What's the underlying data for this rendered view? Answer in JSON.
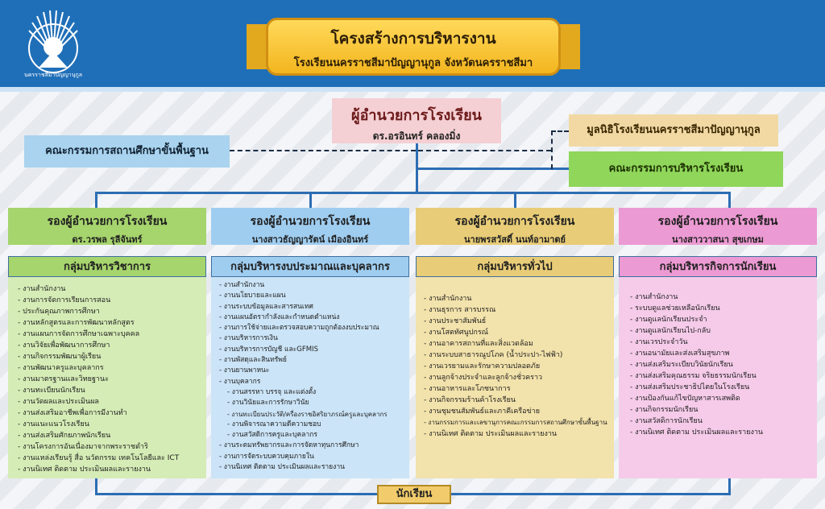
{
  "header": {
    "title": "โครงสร้างการบริหารงาน",
    "subtitle": "โรงเรียนนครราชสีมาปัญญานุกูล จังหวัดนครราชสีมา",
    "logo_caption": "นครราชสีมาปัญญานุกูล"
  },
  "director": {
    "title": "ผู้อำนวยการโรงเรียน",
    "name": "ดร.อรอินทร์   คลองมิ่ง"
  },
  "board_basic": "คณะกรรมการสถานศึกษาขั้นพื้นฐาน",
  "foundation": "มูลนิธิโรงเรียนนครราชสีมาปัญญานุกูล",
  "admin_board": "คณะกรรมการบริหารโรงเรียน",
  "columns": [
    {
      "title": "รองผู้อำนวยการโรงเรียน",
      "name": "ดร.วรพล   รุลีจันทร์",
      "group": "กลุ่มบริหารวิชาการ",
      "items": [
        "- งานสำนักงาน",
        "- งานการจัดการเรียนการสอน",
        "- ประกันคุณภาพการศึกษา",
        "- งานหลักสูตรและการพัฒนาหลักสูตร",
        "- งานแผนการจัดการศึกษาเฉพาะบุคคล",
        "- งานวิจัยเพื่อพัฒนาการศึกษา",
        "- งานกิจกรรมพัฒนาผู้เรียน",
        "- งานพัฒนาครูและบุคลากร",
        "- งานมาตรฐานและวิทยฐานะ",
        "- งานทะเบียนนักเรียน",
        "- งานวัดผลและประเมินผล",
        "- งานส่งเสริมอาชีพเพื่อการมีงานทำ",
        "- งานแนะแนวโรงเรียน",
        "- งานส่งเสริมศักยภาพนักเรียน",
        "- งานโครงการอันเนื่องมาจากพระราชดำริ",
        "- งานแหล่งเรียนรู้ สื่อ นวัตกรรม เทคโนโลยีและ ICT",
        "- งานนิเทศ ติดตาม ประเมินผลและรายงาน"
      ]
    },
    {
      "title": "รองผู้อำนวยการโรงเรียน",
      "name": "นางสาวธัญญารัตน์   เมืองอินทร์",
      "group": "กลุ่มบริหารงบประมาณและบุคลากร",
      "items": [
        "- งานสำนักงาน",
        "- งานนโยบายและแผน",
        "- งานระบบข้อมูลและสารสนเทศ",
        "- งานแผนอัตรากำลังและกำหนดตำแหน่ง",
        "- งานการใช้จ่ายและตรวจสอบความถูกต้องงบประมาณ",
        "- งานบริหารการเงิน",
        "- งานบริหารการบัญชี และGFMIS",
        "- งานพัสดุและสินทรัพย์",
        "- งานยานพาหนะ",
        "- งานบุคลากร",
        "     - งานสรรหา บรรจุ และแต่งตั้ง",
        "     - งานวินัยและการรักษาวินัย",
        "     - งานทะเบียนประวัติ/ครื่องราชอิสริยาภรณ์ครูและบุคลากร",
        "     - งานพิจารณาความดีความชอบ",
        "     - งานสวัสดิการครูและบุคลากร",
        "- งานระดมทรัพยากรและการจัดหาทุนการศึกษา",
        "- งานการจัดระบบควบคุมภายใน",
        "- งานนิเทศ ติดตาม ประเมินผลและรายงาน"
      ]
    },
    {
      "title": "รองผู้อำนวยการโรงเรียน",
      "name": "นายพรสวัสดิ์   นนท์อามาตย์",
      "group": "กลุ่มบริหารทั่วไป",
      "items": [
        "- งานสำนักงาน",
        "- งานธุรการ สารบรรณ",
        "- งานประชาสัมพันธ์",
        "- งานโสตทัศนูปกรณ์",
        "- งานอาคารสถานที่และสิ่งแวดล้อม",
        "- งานระบบสาธารณูปโภค (น้ำประปา-ไฟฟ้า)",
        "- งานเวรยามและรักษาความปลอดภัย",
        "- งานลูกจ้างประจำและลูกจ้างชั่วคราว",
        "- งานอาหารและโภชนาการ",
        "- งานกิจกรรมร้านค้าโรงเรียน",
        "- งานชุมชนสัมพันธ์และภาคีเครือข่าย",
        "- งานกรรมการและเลขานุการคณะกรรมการสถานศึกษาขั้นพื้นฐาน",
        "- งานนิเทศ ติดตาม ประเมินผลและรายงาน"
      ]
    },
    {
      "title": "รองผู้อำนวยการโรงเรียน",
      "name": "นางสาววาสนา   สุขเกษม",
      "group": "กลุ่มบริหารกิจการนักเรียน",
      "items": [
        "- งานสำนักงาน",
        "- ระบบดูแลช่วยเหลือนักเรียน",
        "- งานดูแลนักเรียนประจำ",
        "- งานดูแลนักเรียนไป-กลับ",
        "- งานเวรประจำวัน",
        "- งานอนามัยและส่งเสริมสุขภาพ",
        "- งานส่งเสริมระเบียบวินัยนักเรียน",
        "- งานส่งเสริมคุณธรรม จริยธรรมนักเรียน",
        "- งานส่งเสริมประชาธิปไตยในโรงเรียน",
        "- งานป้องกันแก้ไขปัญหาสารเสพติด",
        "- งานกิจกรรมนักเรียน",
        "- งานสวัสดิการนักเรียน",
        "- งานนิเทศ ติดตาม ประเมินผลและรายงาน"
      ]
    }
  ],
  "student": "นักเรียน",
  "colors": {
    "header": "#1f6fb8",
    "line": "#2c6db3"
  }
}
